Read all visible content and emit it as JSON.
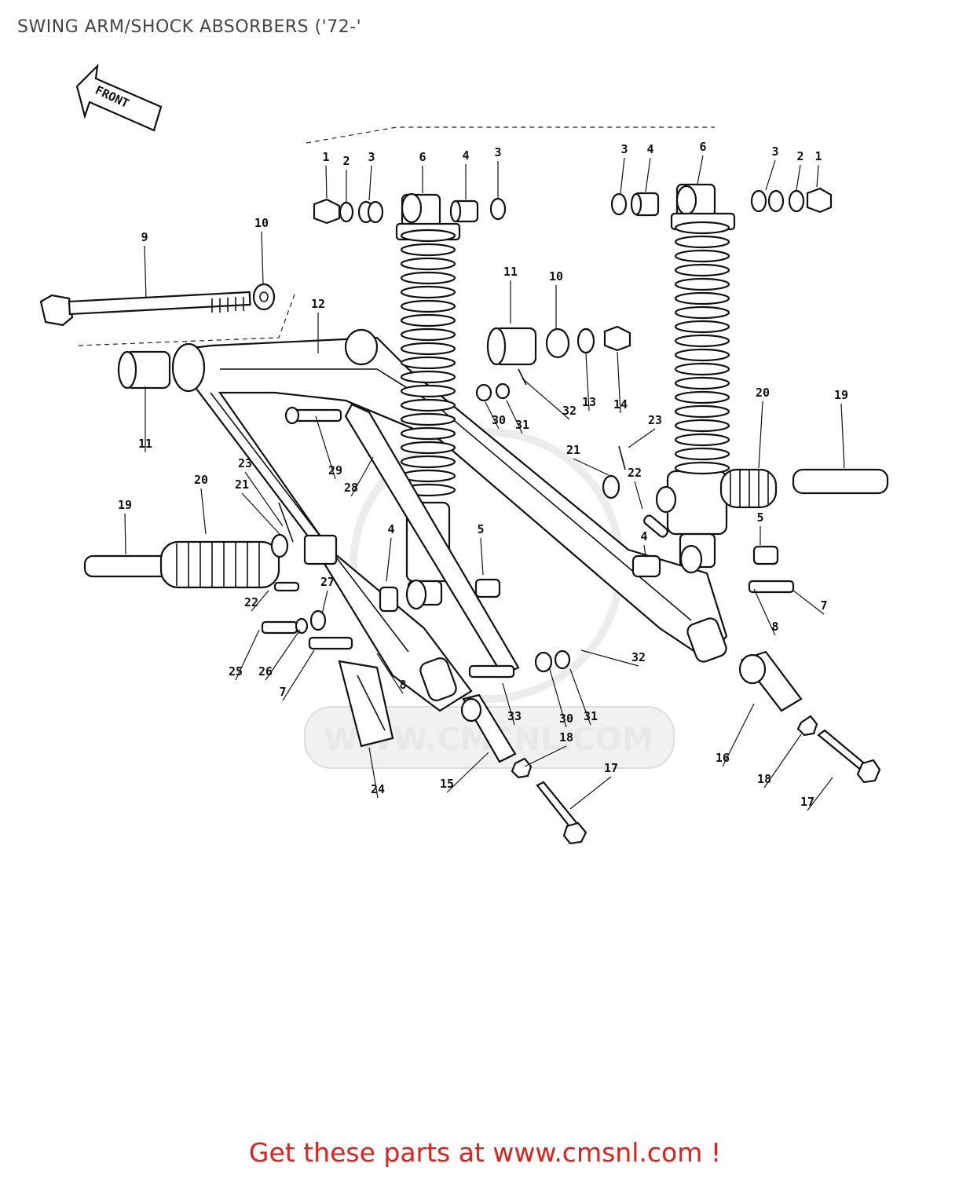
{
  "title": "SWING ARM/SHOCK ABSORBERS ('72-'",
  "front_label": "FRONT",
  "watermark": "WWW.CMSNL.COM",
  "footer": "Get these parts at www.cmsnl.com !",
  "callouts": [
    "1",
    "2",
    "3",
    "6",
    "4",
    "3",
    "3",
    "4",
    "6",
    "3",
    "2",
    "1",
    "9",
    "10",
    "12",
    "11",
    "10",
    "11",
    "13",
    "14",
    "32",
    "30",
    "31",
    "29",
    "28",
    "23",
    "20",
    "19",
    "21",
    "23",
    "21",
    "22",
    "20",
    "19",
    "4",
    "5",
    "5",
    "4",
    "22",
    "27",
    "25",
    "26",
    "7",
    "8",
    "8",
    "7",
    "32",
    "33",
    "30",
    "31",
    "18",
    "24",
    "15",
    "17",
    "16",
    "18",
    "17"
  ]
}
